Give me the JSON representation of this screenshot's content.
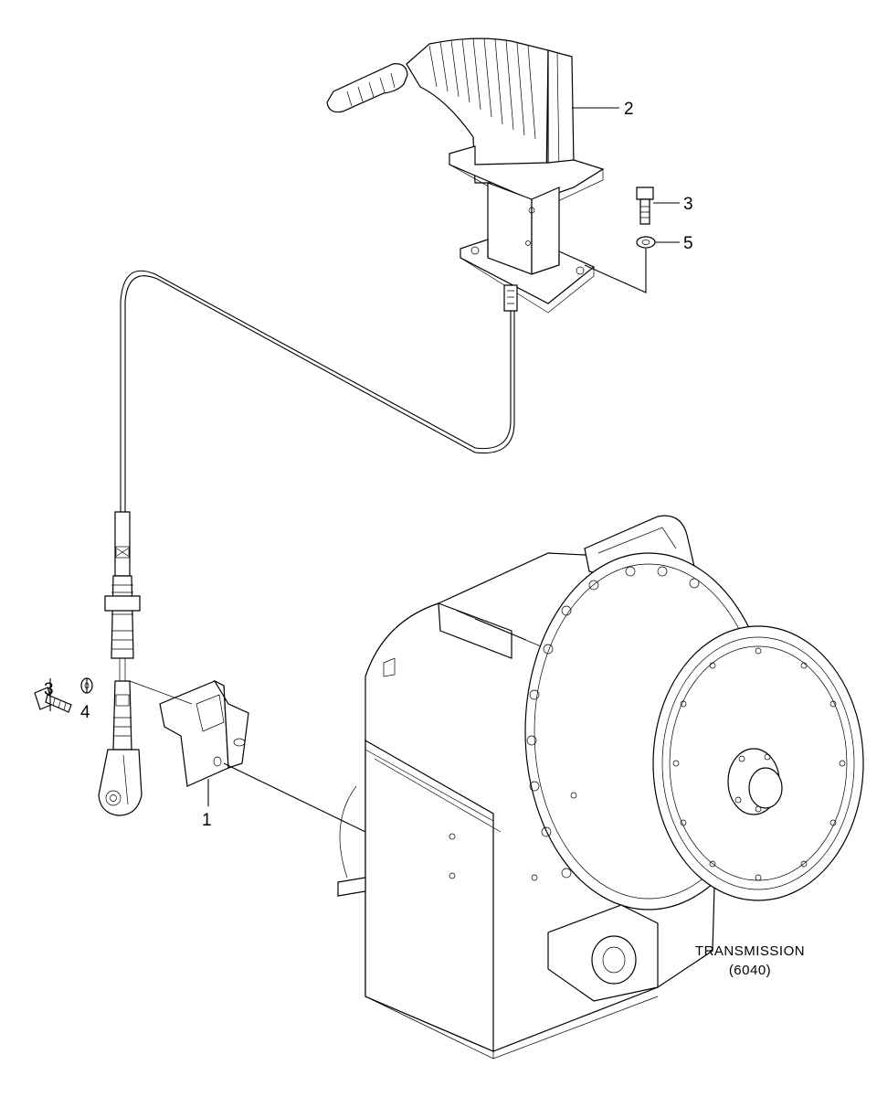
{
  "callouts": {
    "c1": "1",
    "c2": "2",
    "c3_top": "3",
    "c5": "5",
    "c3_left": "3",
    "c4": "4"
  },
  "caption": {
    "line1": "TRANSMISSION",
    "line2": "(6040)"
  }
}
